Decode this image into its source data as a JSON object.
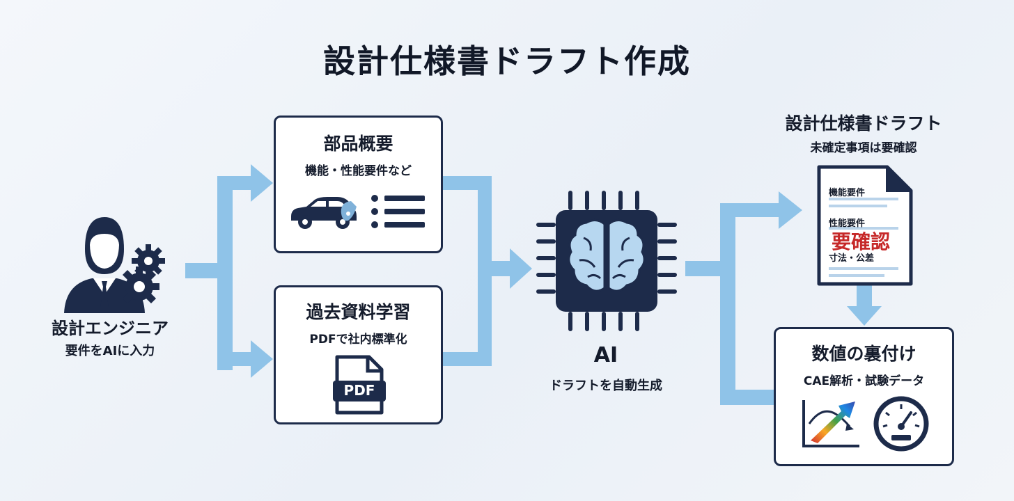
{
  "title": "設計仕様書ドラフト作成",
  "engineer": {
    "title": "設計エンジニア",
    "subtitle": "要件をAIに入力"
  },
  "parts_overview": {
    "title": "部品概要",
    "subtitle": "機能・性能要件など"
  },
  "past_docs": {
    "title": "過去資料学習",
    "subtitle": "PDFで社内標準化",
    "pdf_label": "PDF"
  },
  "ai": {
    "title": "AI",
    "subtitle": "ドラフトを自動生成"
  },
  "draft": {
    "title": "設計仕様書ドラフト",
    "subtitle": "未確定事項は要確認",
    "doc_line1": "機能要件",
    "doc_line2": "性能要件",
    "doc_stamp": "要確認",
    "doc_line3": "寸法・公差"
  },
  "evidence": {
    "title": "数値の裏付け",
    "subtitle": "CAE解析・試験データ"
  },
  "colors": {
    "navy": "#1d2b4a",
    "flow": "#8fc3e8",
    "stamp": "#c62828",
    "brain": "#b7d7f0"
  },
  "icons": [
    "engineer-icon",
    "gear-icon",
    "car-icon",
    "list-icon",
    "pdf-file-icon",
    "ai-chip-icon",
    "brain-icon",
    "document-icon",
    "chart-icon",
    "gauge-icon"
  ]
}
